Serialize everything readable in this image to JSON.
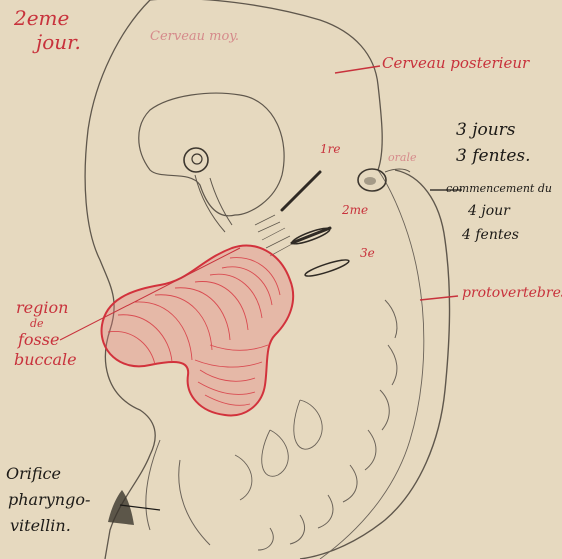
{
  "colors": {
    "paper": "#e6d9bf",
    "red_ink": "#c8323c",
    "black_ink": "#1c1a17",
    "pencil": "#6a6258"
  },
  "labels": {
    "day_line1": "2eme",
    "day_line2": "jour.",
    "pencil_note": "Cerveau moy.",
    "cerveau_posterieur": "Cerveau posterieur",
    "arch_1": "1re",
    "arch_2": "2me",
    "arch_3": "3e",
    "orale": "orale",
    "stage3_line1": "3 jours",
    "stage3_line2": "3 fentes.",
    "stage4_line1": "commencement du",
    "stage4_line2": "4 jour",
    "stage4_line3": "4 fentes",
    "protovertebres": "protovertebres",
    "region_line1": "region",
    "region_line2": "de",
    "region_line3": "fosse",
    "region_line4": "buccale",
    "orifice_line1": "Orifice",
    "orifice_line2": "pharyngo-",
    "orifice_line3": "vitellin."
  }
}
